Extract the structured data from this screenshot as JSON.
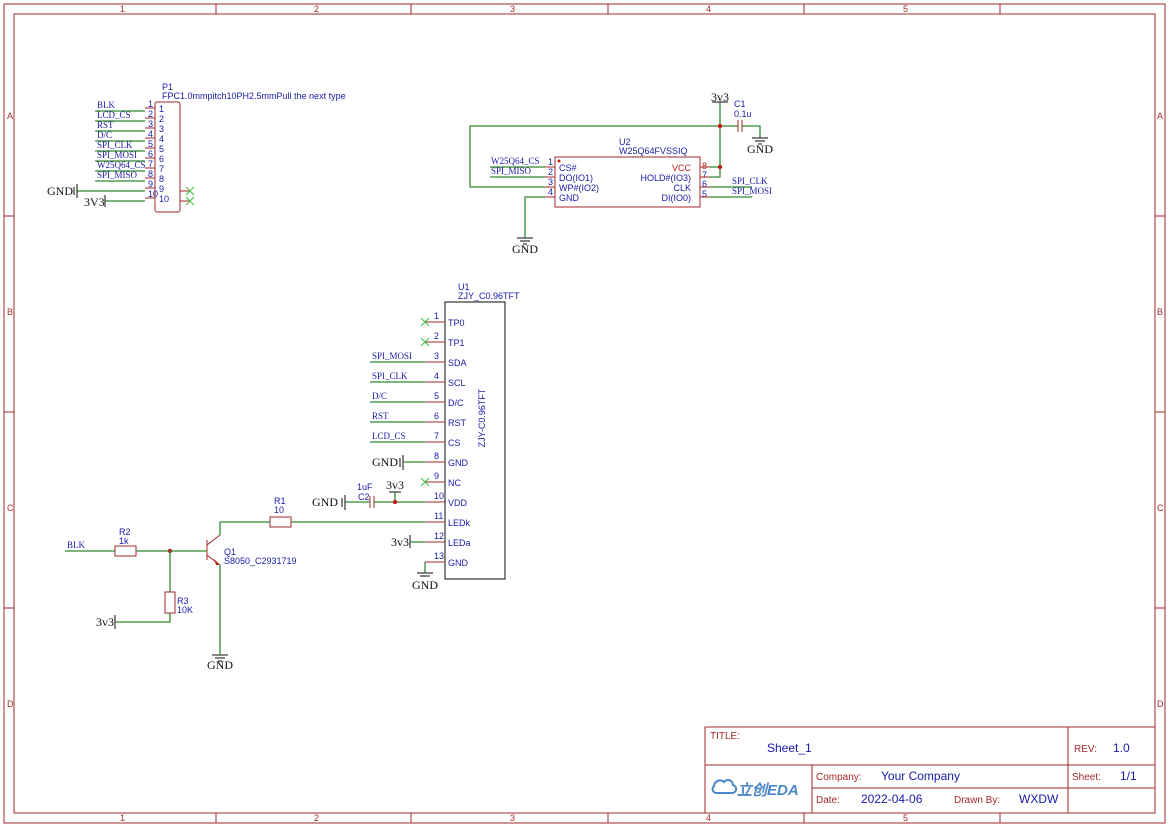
{
  "border": {
    "columns": [
      "1",
      "2",
      "3",
      "4",
      "5"
    ],
    "rows": [
      "A",
      "B",
      "C",
      "D"
    ]
  },
  "title_block": {
    "title_label": "TITLE:",
    "title": "Sheet_1",
    "rev_label": "REV:",
    "rev": "1.0",
    "company_label": "Company:",
    "company": "Your Company",
    "sheet_label": "Sheet:",
    "sheet": "1/1",
    "date_label": "Date:",
    "date": "2022-04-06",
    "drawn_label": "Drawn By:",
    "drawn": "WXDW",
    "logo_text": "立创EDA"
  },
  "p1": {
    "ref": "P1",
    "value": "FPC1.0mmpitch10PH2.5mmPull the next type",
    "nets": [
      "BLK",
      "LCD_CS",
      "RST",
      "D/C",
      "SPI_CLK",
      "SPI_MOSI",
      "W25Q64_CS",
      "SPI_MISO"
    ],
    "pins": [
      "1",
      "2",
      "3",
      "4",
      "5",
      "6",
      "7",
      "8",
      "9",
      "10"
    ],
    "gnd": "GND",
    "v33": "3V3"
  },
  "u2": {
    "ref": "U2",
    "value": "W25Q64FVSSIQ",
    "left_pins": [
      "CS#",
      "DO(IO1)",
      "WP#(IO2)",
      "GND"
    ],
    "left_nums": [
      "1",
      "2",
      "3",
      "4"
    ],
    "right_pins": [
      "VCC",
      "HOLD#(IO3)",
      "CLK",
      "DI(IO0)"
    ],
    "right_nums": [
      "8",
      "7",
      "6",
      "5"
    ],
    "nets_left": [
      "W25Q64_CS",
      "SPI_MISO"
    ],
    "nets_right": [
      "SPI_CLK",
      "SPI_MOSI"
    ],
    "gnd": "GND"
  },
  "c1": {
    "ref": "C1",
    "value": "0.1u",
    "power": "3v3",
    "gnd": "GND"
  },
  "u1": {
    "ref": "U1",
    "value": "ZJY_C0.96TFT",
    "body_text": "ZJY-C0.96TFT",
    "pins": [
      "TP0",
      "TP1",
      "SDA",
      "SCL",
      "D/C",
      "RST",
      "CS",
      "GND",
      "NC",
      "VDD",
      "LEDk",
      "LEDa",
      "GND"
    ],
    "nums": [
      "1",
      "2",
      "3",
      "4",
      "5",
      "6",
      "7",
      "8",
      "9",
      "10",
      "11",
      "12",
      "13"
    ],
    "nets": [
      "SPI_MOSI",
      "SPI_CLK",
      "D/C",
      "RST",
      "LCD_CS"
    ],
    "gnd": "GND",
    "v33": "3v3"
  },
  "c2": {
    "ref": "C2",
    "value": "1uF",
    "gnd": "GND",
    "power": "3v3"
  },
  "r1": {
    "ref": "R1",
    "value": "10"
  },
  "r2": {
    "ref": "R2",
    "value": "1k"
  },
  "r3": {
    "ref": "R3",
    "value": "10K"
  },
  "q1": {
    "ref": "Q1",
    "value": "S8050_C2931719"
  },
  "misc": {
    "blk_net": "BLK",
    "v33_r3": "3v3",
    "gnd_q1": "GND"
  }
}
